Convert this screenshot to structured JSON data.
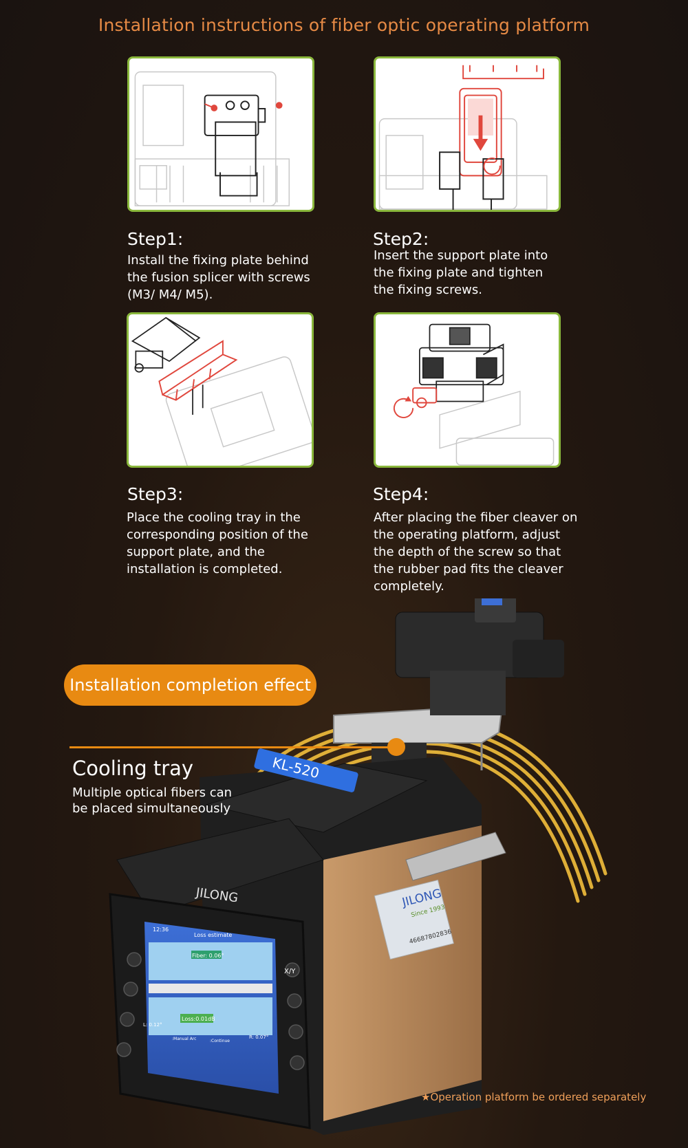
{
  "title": "Installation instructions of fiber optic operating platform",
  "steps": [
    {
      "heading": "Step1:",
      "text": "Install the fixing plate behind the fusion splicer with screws (M3/ M4/ M5)."
    },
    {
      "heading": "Step2:",
      "text": "Insert the support plate into the fixing plate and tighten the fixing screws."
    },
    {
      "heading": "Step3:",
      "text": "Place the cooling tray in the corresponding position of the support plate, and the installation is completed."
    },
    {
      "heading": "Step4:",
      "text": "After placing the fiber cleaver on the operating platform, adjust the depth of the screw so that the rubber pad fits the cleaver completely."
    }
  ],
  "effect_label": "Installation completion effect",
  "callout": {
    "title": "Cooling tray",
    "text": "Multiple optical fibers can be placed simultaneously"
  },
  "device": {
    "brand": "JILONG",
    "model": "KL-520",
    "since": "Since 1993",
    "serial": "46687802836",
    "screen": {
      "time": "12:36",
      "title": "Loss estimate",
      "fiber": "Fiber: 0.06°",
      "loss": "Loss:0.01dB",
      "left_angle": "L: 0.12°",
      "right_angle": "R: 0.07°",
      "manual_arc": ":Manual Arc",
      "continue": ":Continue"
    },
    "key_xy": "X/Y"
  },
  "footnote": "★Operation platform be ordered separately",
  "colors": {
    "accent_orange": "#e88a12",
    "title_orange": "#e68a45",
    "image_border_green": "#8ab73c",
    "drawing_red": "#e0473d"
  }
}
